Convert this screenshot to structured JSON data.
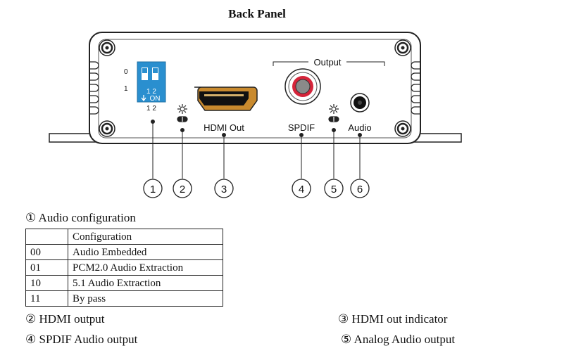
{
  "title": "Back Panel",
  "panel": {
    "dip_switch": {
      "row_labels": [
        "0",
        "1"
      ],
      "switch_numbers": "1  2",
      "on_label": "ON",
      "bottom_numbers": "1   2"
    },
    "hdmi_label": "HDMI Out",
    "output_group_label": "Output",
    "spdif_label": "SPDIF",
    "audio_label": "Audio",
    "callouts": [
      "1",
      "2",
      "3",
      "4",
      "5",
      "6"
    ]
  },
  "config_section": {
    "heading": "① Audio configuration",
    "table_header": [
      "",
      "Configuration"
    ],
    "rows": [
      {
        "code": "00",
        "desc": "Audio Embedded"
      },
      {
        "code": "01",
        "desc": "PCM2.0 Audio Extraction"
      },
      {
        "code": "10",
        "desc": "5.1 Audio Extraction"
      },
      {
        "code": "11",
        "desc": "By pass"
      }
    ]
  },
  "legend": {
    "item2": "② HDMI output",
    "item3": "③ HDMI out indicator",
    "item4": "④ SPDIF Audio output",
    "item5": "⑤ Analog Audio output"
  }
}
